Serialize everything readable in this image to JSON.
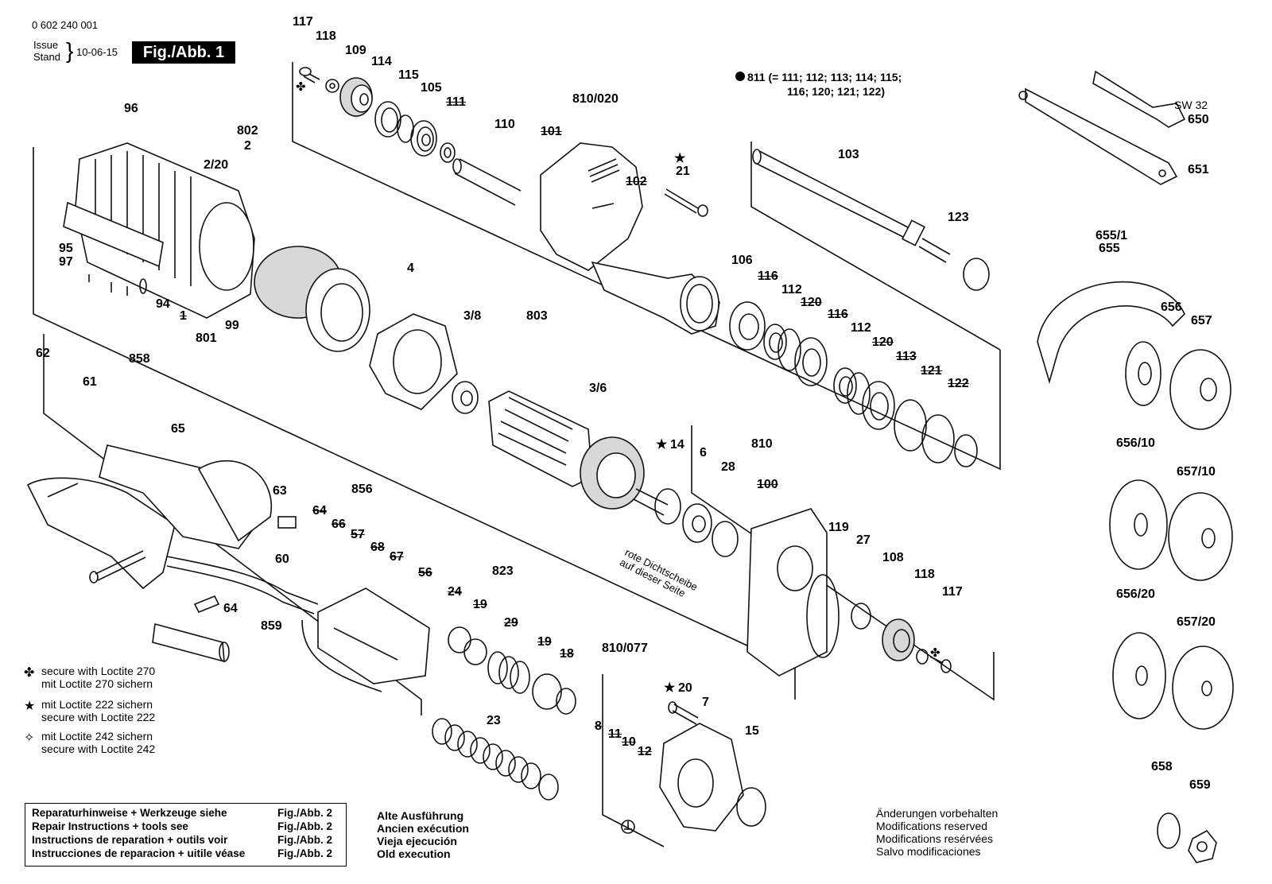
{
  "header": {
    "part_number": "0 602 240 001",
    "issue_label_1": "Issue",
    "issue_label_2": "Stand",
    "issue_date": "10-06-15",
    "figure_title": "Fig./Abb. 1"
  },
  "set_note": {
    "line1": "811 (= 111; 112; 113; 114; 115;",
    "line2": "116; 120; 121; 122)"
  },
  "wrench_size": "SW 32",
  "labels": {
    "l117a": "117",
    "l118a": "118",
    "l109": "109",
    "l114": "114",
    "l115": "115",
    "l105": "105",
    "l111": "111",
    "l810_020": "810/020",
    "l110": "110",
    "l101": "101",
    "l102": "102",
    "l21": "21",
    "l103": "103",
    "l123": "123",
    "l650": "650",
    "l651": "651",
    "l96": "96",
    "l802": "802",
    "l2": "2",
    "l2_20": "2/20",
    "l95": "95",
    "l97": "97",
    "l94": "94",
    "l1": "1",
    "l801": "801",
    "l99": "99",
    "l4": "4",
    "l3_8": "3/8",
    "l803": "803",
    "l3_6": "3/6",
    "l106": "106",
    "l116a": "116",
    "l112a": "112",
    "l120a": "120",
    "l116b": "116",
    "l112b": "112",
    "l120b": "120",
    "l113": "113",
    "l121": "121",
    "l122": "122",
    "l655_1": "655/1",
    "l655": "655",
    "l656": "656",
    "l657": "657",
    "l62": "62",
    "l61": "61",
    "l858": "858",
    "l65": "65",
    "l63": "63",
    "l856": "856",
    "l64a": "64",
    "l66": "66",
    "l57": "57",
    "l68": "68",
    "l67": "67",
    "l56": "56",
    "l60": "60",
    "l64b": "64",
    "l859": "859",
    "l14": "14",
    "l6": "6",
    "l28": "28",
    "l810": "810",
    "l100": "100",
    "l119": "119",
    "l27": "27",
    "l108": "108",
    "l118b": "118",
    "l117b": "117",
    "l656_10": "656/10",
    "l657_10": "657/10",
    "l656_20": "656/20",
    "l657_20": "657/20",
    "l823": "823",
    "l24": "24",
    "l19a": "19",
    "l29": "29",
    "l19b": "19",
    "l18": "18",
    "l23": "23",
    "l810_077": "810/077",
    "l20": "20",
    "l7": "7",
    "l15": "15",
    "l8": "8",
    "l11": "11",
    "l10": "10",
    "l12": "12",
    "l658": "658",
    "l659": "659"
  },
  "seal_note": {
    "line1": "rote Dichtscheibe",
    "line2": "auf dieser Seite"
  },
  "legend": [
    {
      "symbol": "✤",
      "line1": "secure with Loctite 270",
      "line2": "mit Loctite 270 sichern"
    },
    {
      "symbol": "★",
      "line1": "mit Loctite 222 sichern",
      "line2": "secure with Loctite 222"
    },
    {
      "symbol": "✧",
      "line1": "mit Loctite 242 sichern",
      "line2": "secure with Loctite 242"
    }
  ],
  "repair_box": [
    {
      "text": "Reparaturhinweise + Werkzeuge siehe",
      "ref": "Fig./Abb. 2"
    },
    {
      "text": "Repair Instructions + tools see",
      "ref": "Fig./Abb. 2"
    },
    {
      "text": "Instructions de reparation + outils voir",
      "ref": "Fig./Abb. 2"
    },
    {
      "text": "Instrucciones de reparacion + uitile véase",
      "ref": "Fig./Abb. 2"
    }
  ],
  "old_version": [
    "Alte Ausführung",
    "Ancien exécution",
    "Vieja ejecución",
    "Old execution"
  ],
  "modifications": [
    "Änderungen vorbehalten",
    "Modifications reserved",
    "Modifications resérvées",
    "Salvo modificaciones"
  ]
}
